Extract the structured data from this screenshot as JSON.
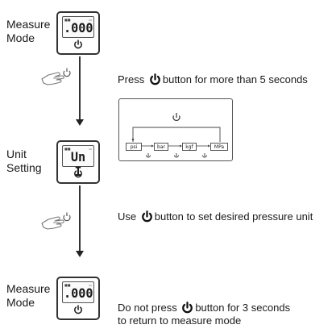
{
  "steps": {
    "measure1": {
      "label_line1": "Measure",
      "label_line2": "Mode",
      "display": ".000"
    },
    "unit": {
      "label_line1": "Unit",
      "label_line2": "Setting",
      "display": "Un I"
    },
    "measure2": {
      "label_line1": "Measure",
      "label_line2": "Mode",
      "display": ".000"
    }
  },
  "instructions": {
    "press_pre": "Press",
    "press_post": "button for more than 5 seconds",
    "use_pre": "Use",
    "use_post": "button to set desired pressure unit",
    "dont_pre": "Do not press",
    "dont_post": "button for 3 seconds",
    "dont_line2": "to return to measure mode"
  },
  "unit_cycle": [
    "psi",
    "bar",
    "kgf",
    "MPa"
  ],
  "icons": {
    "power": "power-icon",
    "hand": "hand-press-icon"
  }
}
